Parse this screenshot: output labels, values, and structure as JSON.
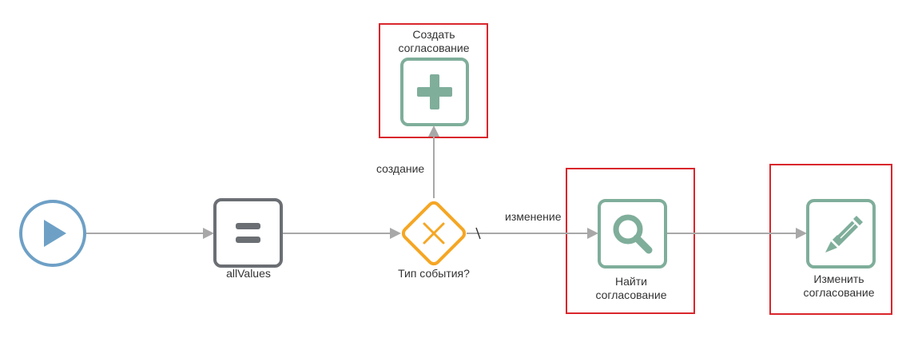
{
  "colors": {
    "start": "#6ea0c6",
    "task_gray": "#6b6f74",
    "task_green": "#7fae9b",
    "gateway": "#f5a623",
    "connector": "#a8a8a8",
    "highlight": "#d9262c"
  },
  "nodes": {
    "start": {
      "icon": "play-icon"
    },
    "all_values": {
      "label": "allValues",
      "icon": "equals-icon"
    },
    "gateway": {
      "label": "Тип события?",
      "icon": "x-icon"
    },
    "create": {
      "label_line1": "Создать",
      "label_line2": "согласование",
      "icon": "plus-icon"
    },
    "find": {
      "label_line1": "Найти",
      "label_line2": "согласование",
      "icon": "search-icon"
    },
    "edit": {
      "label_line1": "Изменить",
      "label_line2": "согласование",
      "icon": "pencil-icon"
    }
  },
  "flows": {
    "create_label": "создание",
    "change_label": "изменение"
  }
}
